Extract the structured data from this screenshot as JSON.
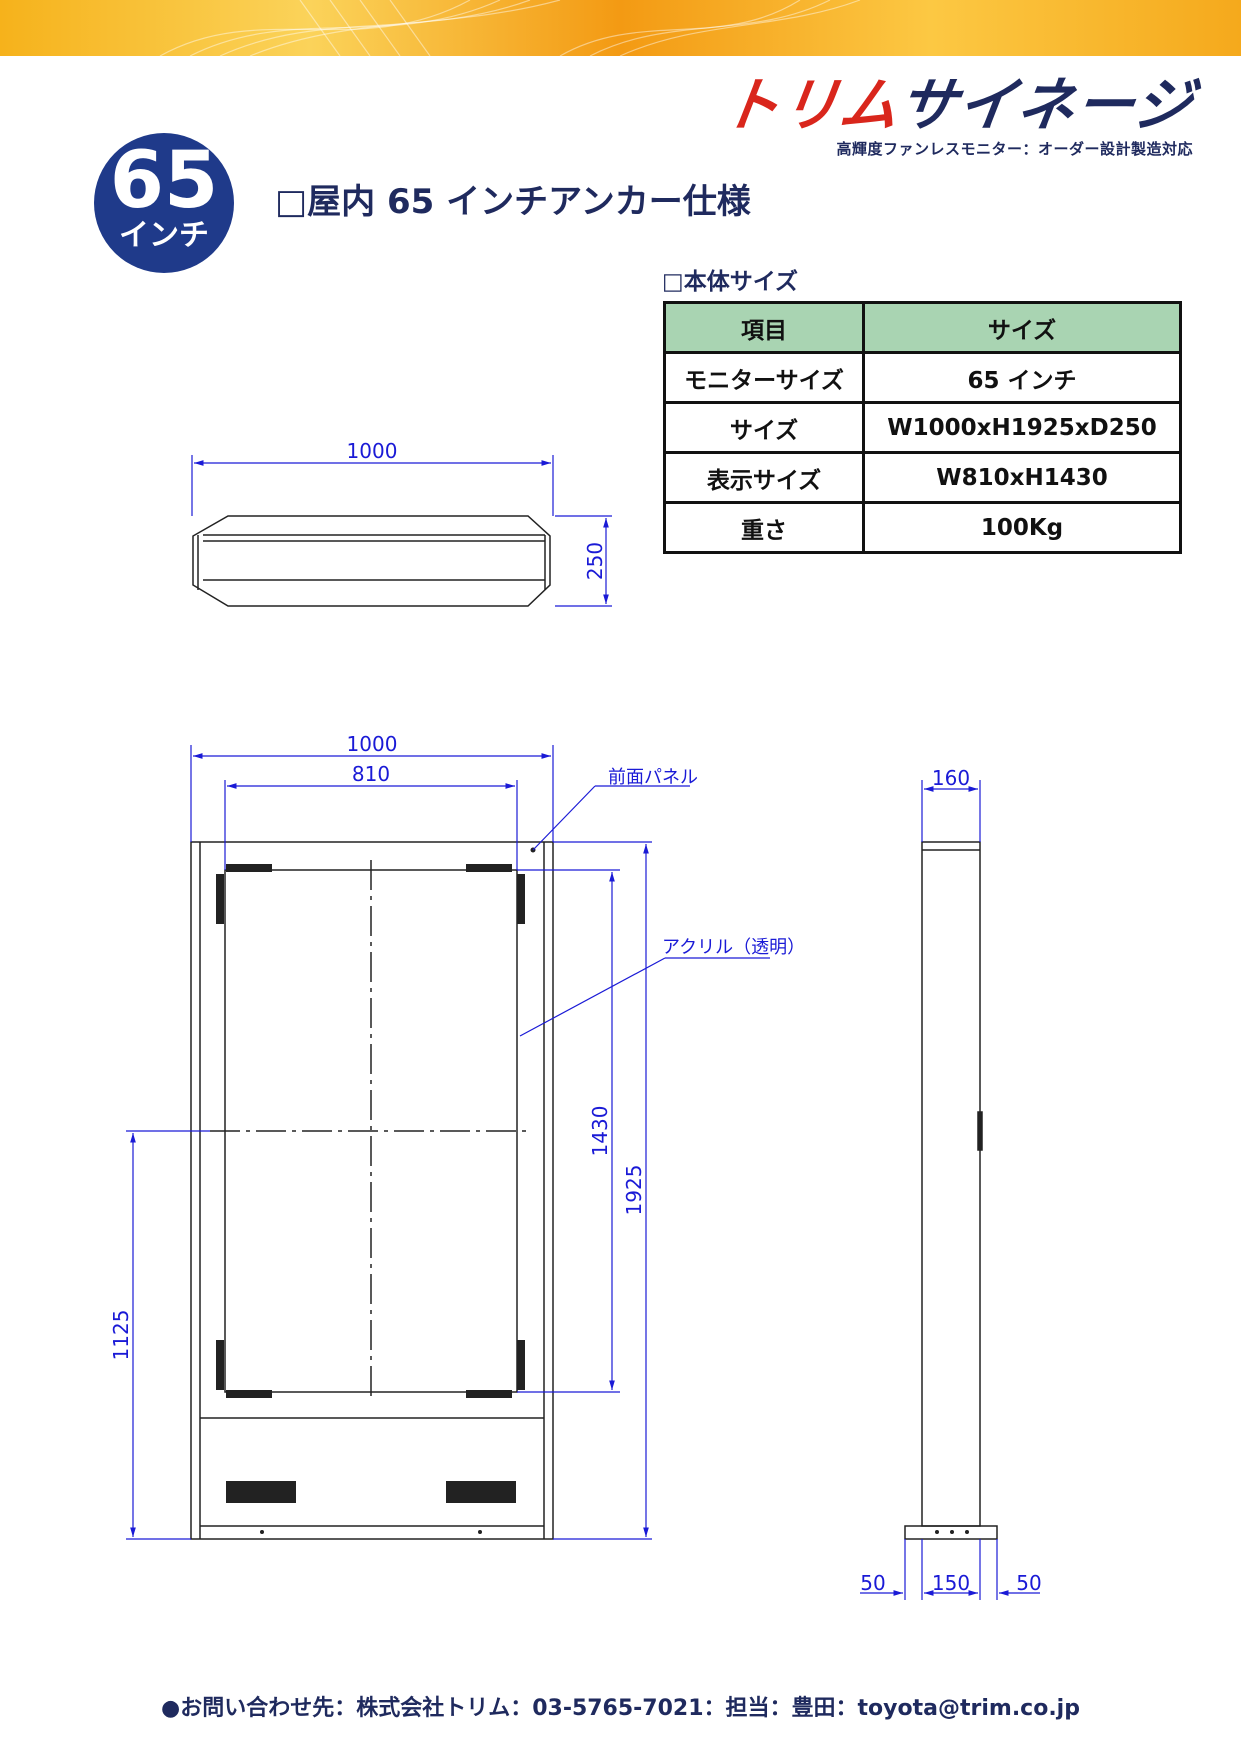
{
  "brand": {
    "logo_part1": "トリム",
    "logo_part2": "サイネージ",
    "tagline": "高輝度ファンレスモニター：オーダー設計製造対応"
  },
  "badge": {
    "number": "65",
    "unit": "インチ"
  },
  "title": "□屋内 65 インチアンカー仕様",
  "spec": {
    "heading": "□本体サイズ",
    "headers": [
      "項目",
      "サイズ"
    ],
    "rows": [
      [
        "モニターサイズ",
        "65 インチ"
      ],
      [
        "サイズ",
        "W1000xH1925xD250"
      ],
      [
        "表示サイズ",
        "W810xH1430"
      ],
      [
        "重さ",
        "100Kg"
      ]
    ]
  },
  "drawing": {
    "top_width": "1000",
    "top_depth": "250",
    "front_width": "1000",
    "front_display_width": "810",
    "front_panel_label": "前面パネル",
    "acrylic_label": "アクリル（透明）",
    "display_height": "1430",
    "total_height": "1925",
    "center_height": "1125",
    "side_depth": "160",
    "base_left": "50",
    "base_center": "150",
    "base_right": "50"
  },
  "contact": "●お問い合わせ先：株式会社トリム：03-5765-7021：担当：豊田：toyota@trim.co.jp"
}
